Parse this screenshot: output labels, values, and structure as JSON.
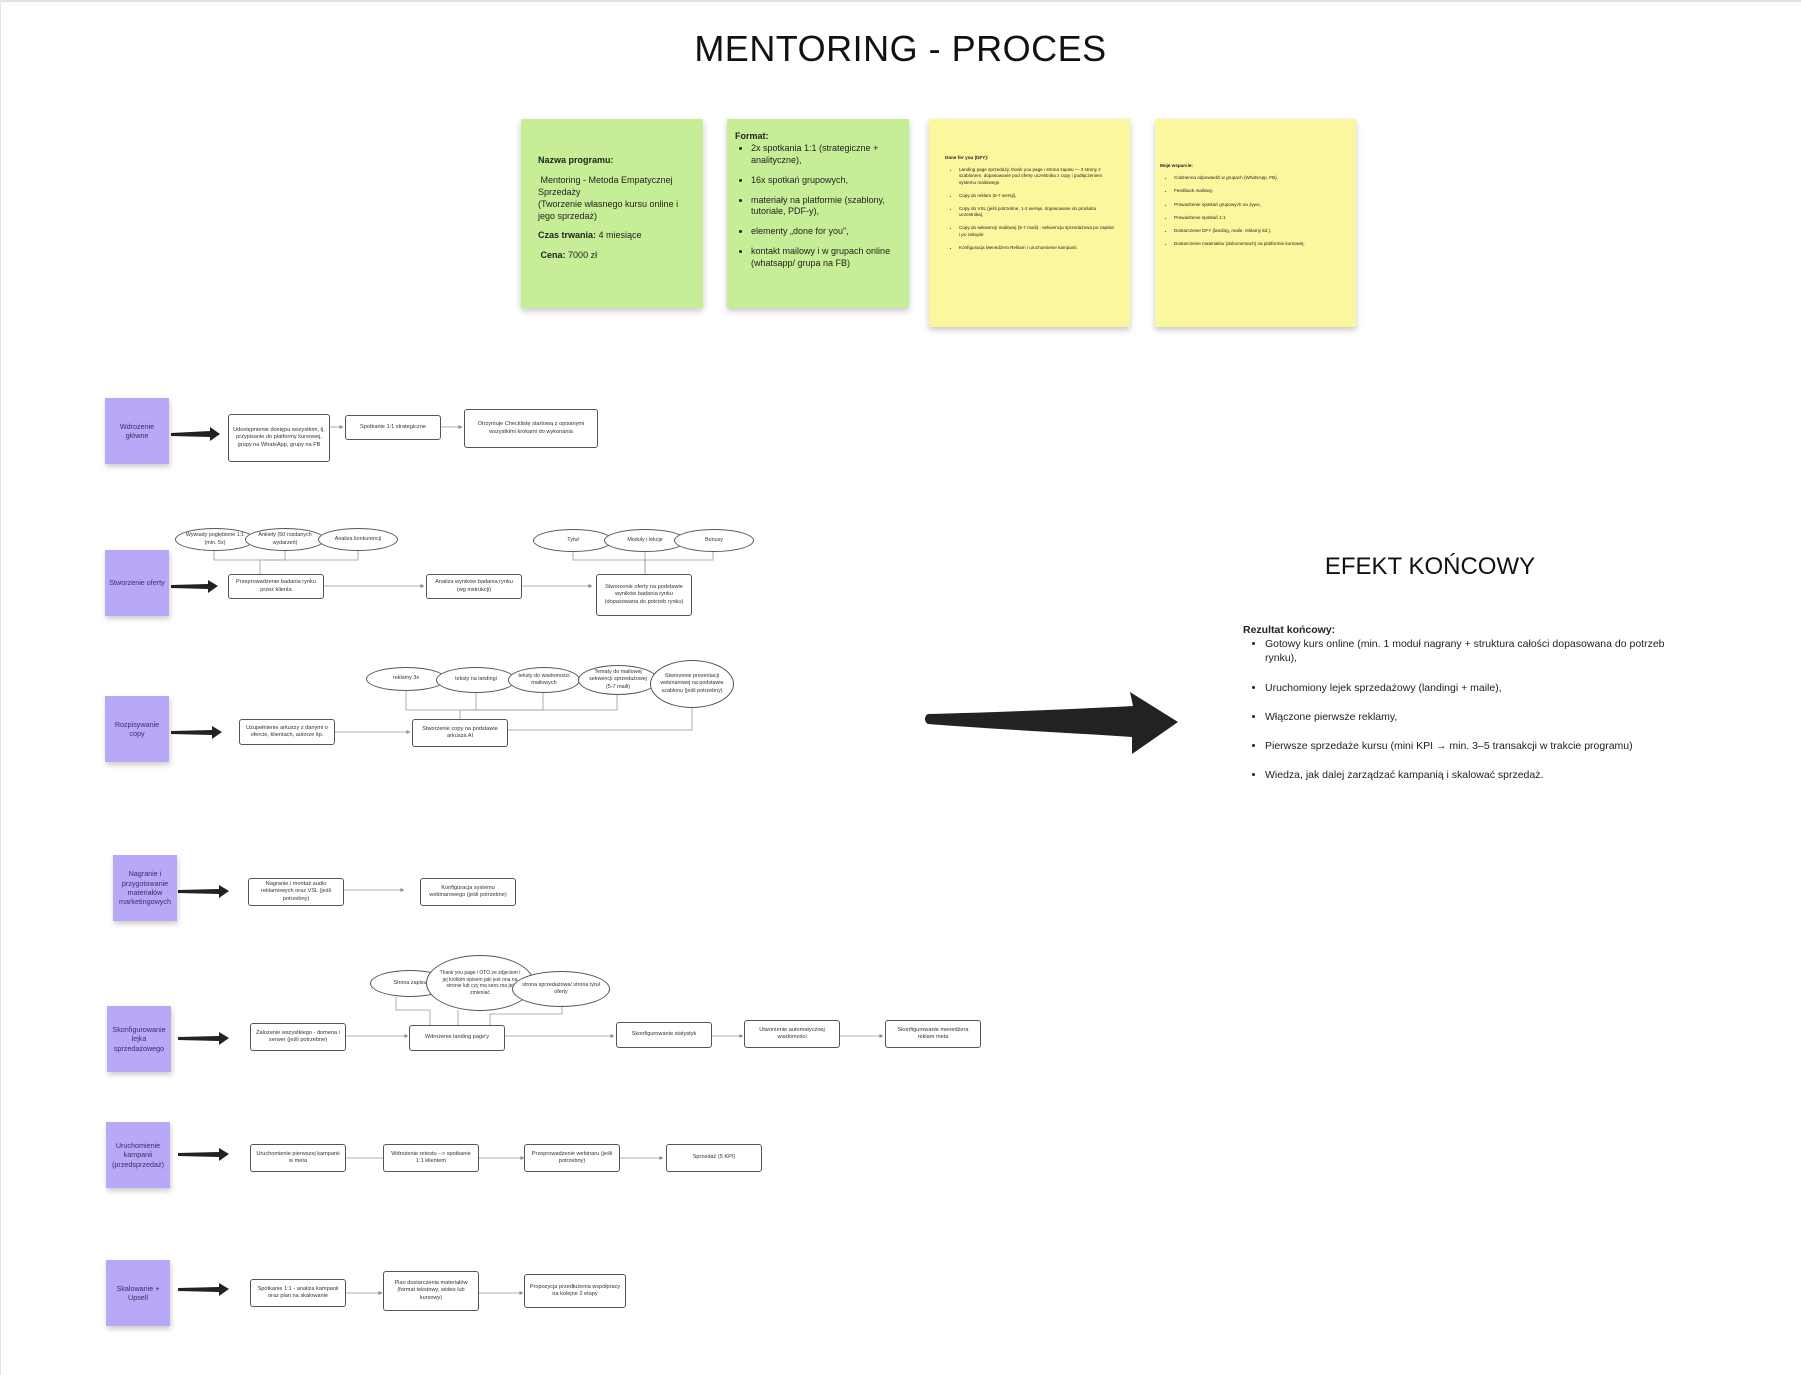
{
  "title": "MENTORING - PROCES",
  "notes": {
    "program": {
      "name_label": "Nazwa programu:",
      "name_value": "Mentoring - Metoda Empatycznej Sprzedaży",
      "name_sub": "(Tworzenie własnego kursu online i jego sprzedaż)",
      "duration_label": "Czas trwania:",
      "duration_value": "4 miesiące",
      "price_label": "Cena:",
      "price_value": "7000 zł"
    },
    "format": {
      "label": "Format:",
      "items": [
        "2x spotkania 1:1 (strategiczne + analityczne),",
        "16x spotkań grupowych,",
        "materiały na platformie (szablony, tutoriale, PDF-y),",
        "elementy „done for you\",",
        "kontakt mailowy i w grupach online (whatsapp/ grupa na FB)"
      ]
    },
    "dfy": {
      "label": "Done for you (DFY):",
      "items": [
        "Landing page sprzedaży, thank you page i strona zapisu — 3 strony z szablonem, dopasowanie pod ofertę uczestnika z copy i podłączeniem systemu mailowego",
        "Copy do reklam (5-7 wersji),",
        "Copy do VSL (jeśli potrzebne, 1-2 wersje, dopasowane do produktu uczestnika),",
        "Copy do sekwencji mailowej (5-7 maili) - sekwencja sprzedażowa po zapisie i po zakupie",
        "Konfiguracja Menedżera Reklam i uruchomienie kampanii."
      ]
    },
    "support": {
      "label": "Moje wsparcie:",
      "items": [
        "Codzienna odpowiedzi w grupach (WhatsApp, FB),",
        "Feedback mailowy,",
        "Prowadzenie spotkań grupowych na żywo,",
        "Prowadzenie spotkań 1:1",
        "Dostarczenie DFY (landing, maile, reklamy itd.),",
        "Dostarczenie materiałów (dokumentach) na platformie kursowej."
      ]
    }
  },
  "stages": [
    {
      "label": "Wdrożenie główne",
      "steps": [
        "Udostępnienie dostępu wszystkim, tj. przypisanie do platformy kursowej, grupy na WhatsApp, grupy na FB",
        "Spotkanie 1:1 strategiczne",
        "Otrzymuje Checklistę startową z opisanymi wszystkimi krokami do wykonania"
      ],
      "bubbles": []
    },
    {
      "label": "Stworzenie oferty",
      "steps": [
        "Przeprowadzenie badania rynku przez klienta",
        "Analiza wyników badania rynku (wg instrukcji)",
        "Stworzenie oferty na podstawie wyników badania rynku (dopasowana do potrzeb rynku)"
      ],
      "bubbles": [
        "Wywiady pogłębione 1:1 (min. 5x)",
        "Ankiety (50 rozdanych wydarzeń)",
        "Analiza konkurencji",
        "Tytuł",
        "Moduły i lekcje",
        "Bonusy"
      ]
    },
    {
      "label": "Rozpisywanie copy",
      "steps": [
        "Uzupełnienie arkuszy z danymi o ofercie, klientach, autorze itp.",
        "Stworzenie copy na podstawie arkusza AI"
      ],
      "bubbles": [
        "reklamy 3x",
        "teksty na landingi",
        "teksty do wiadomości mailowych",
        "Tematy do mailowej sekwencji sprzedażowej (5-7 maili)",
        "Stworzenie prezentacji webinarowej na podstawie szablonu (jeśli potrzebny)"
      ]
    },
    {
      "label": "Nagranie i przygotowanie materiałów marketingowych",
      "steps": [
        "Nagranie i montaż audio reklamowych oraz VSL (jeśli potrzebny)",
        "Konfiguracja systemu webinarowego (jeśli potrzebne)"
      ],
      "bubbles": []
    },
    {
      "label": "Skonfigurowanie lejka sprzedażowego",
      "steps": [
        "Założenie wszystkiego - domena i serwer (jeśli potrzebne)",
        "Wdrożenie landing page'y",
        "Skonfigurowanie statystyk",
        "Utworzenie automatycznej wiadomości",
        "Skonfigurowanie menedżera reklam meta"
      ],
      "bubbles": [
        "Strona zapisu",
        "Thank you page i OTO ze zdjęciem i jej krótkim opisem jaki jest ona na stronie lub czy ma sens ma jej zmieniać",
        "strona sprzedażowa/ strona tytuł oferty"
      ]
    },
    {
      "label": "Uruchomienie kampanii (przedsprzedaż)",
      "steps": [
        "Uruchomienie pierwszej kampanii w meta",
        "Wdrożenie retestu --> spotkanie 1:1 klientem",
        "Przeprowadzenie webinaru (jeśli potrzebny)",
        "Sprzedaż (5 KPI)"
      ],
      "bubbles": []
    },
    {
      "label": "Skalowanie + Upsell",
      "steps": [
        "Spotkanie 1:1 - analiza kampanii oraz plan na skalowanie",
        "Plan dostarczenia materiałów (format tekstowy, wideo lub kursowy)",
        "Propozycja przedłużenia współpracy na kolejne 2 etapy"
      ],
      "bubbles": []
    }
  ],
  "efekt": {
    "title": "EFEKT KOŃCOWY",
    "result_label": "Rezultat końcowy:",
    "items": [
      "Gotowy kurs online (min. 1 moduł nagrany + struktura całości dopasowana do potrzeb rynku),",
      "Uruchomiony lejek sprzedażowy (landingi + maile),",
      "Włączone pierwsze reklamy,",
      "Pierwsze sprzedaże kursu (mini KPI → min. 3–5 transakcji w trakcie programu)",
      "Wiedza, jak dalej zarządzać kampanią i skalować sprzedaż."
    ]
  },
  "colors": {
    "green_note": "#c6ee96",
    "yellow_note": "#fbf79f",
    "stage_purple": "#b9a7f7",
    "arrow": "#222222"
  }
}
